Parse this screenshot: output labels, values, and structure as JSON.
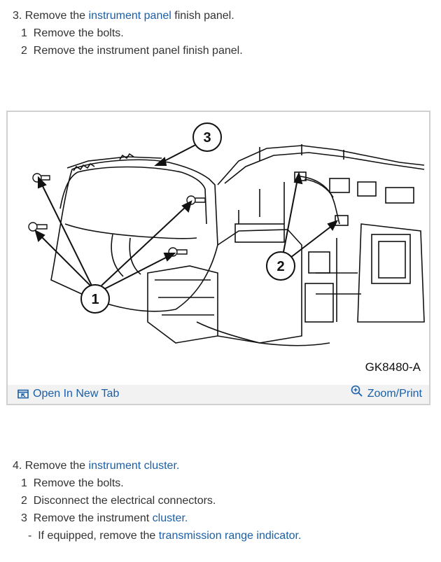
{
  "step3": {
    "number": "3.",
    "text_before": "Remove the",
    "link": "instrument panel",
    "text_after": "finish panel.",
    "substeps": [
      {
        "number": "1",
        "text": "Remove the bolts."
      },
      {
        "number": "2",
        "text": "Remove the instrument panel finish panel."
      }
    ]
  },
  "figure": {
    "callouts": [
      "3",
      "1",
      "2"
    ],
    "code": "GK8480-A",
    "open_tab_label": "Open In New Tab",
    "zoom_label": "Zoom/Print",
    "icons": [
      "open-new-tab-icon",
      "zoom-icon"
    ],
    "link_color": "#1a5fa8"
  },
  "step4": {
    "number": "4.",
    "text_before": "Remove the",
    "link": "instrument cluster",
    "text_after": ".",
    "substeps": [
      {
        "number": "1",
        "text": "Remove the bolts."
      },
      {
        "number": "2",
        "text": "Disconnect the electrical connectors."
      },
      {
        "number": "3",
        "text": "Remove the instrument",
        "link": "cluster",
        "after": "."
      }
    ],
    "note": {
      "bullet": "-",
      "text": "If equipped, remove the",
      "link": "transmission range indicator",
      "after": "."
    }
  }
}
